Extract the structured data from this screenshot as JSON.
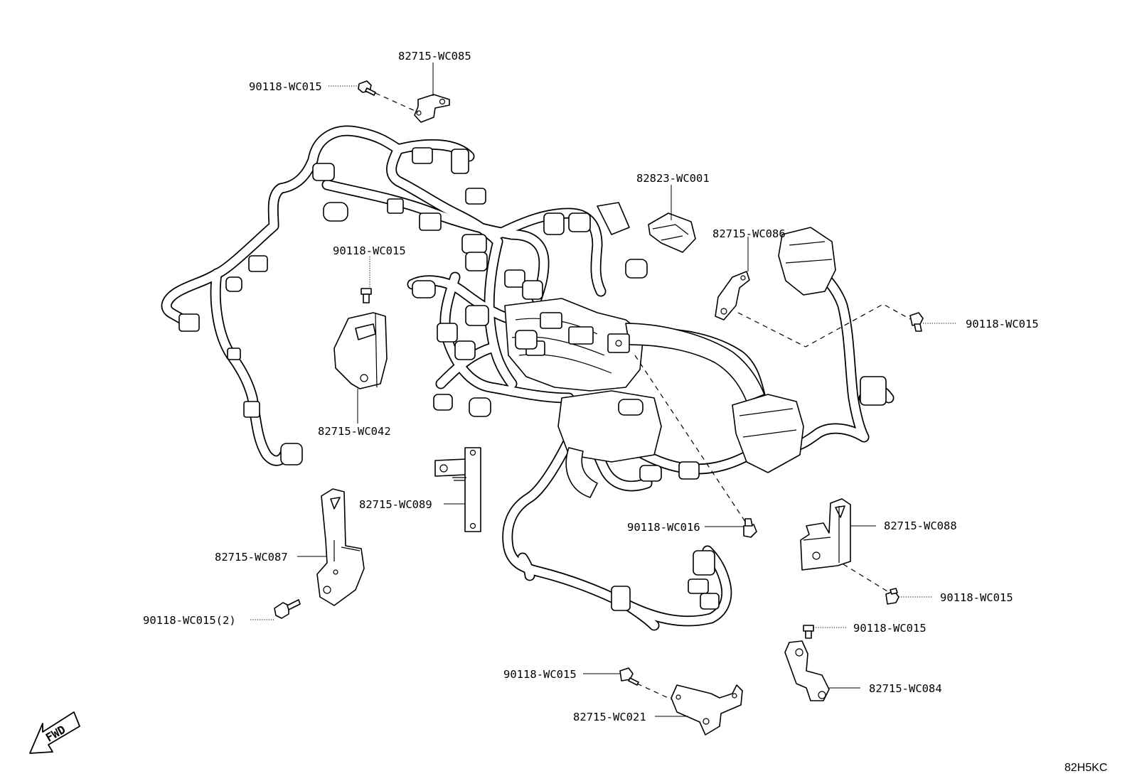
{
  "diagram": {
    "diagram_code": "82H5KC",
    "fwd_label": "FWD",
    "callouts": [
      {
        "id": "c1",
        "label": "82715-WC085"
      },
      {
        "id": "c2",
        "label": "90118-WC015"
      },
      {
        "id": "c3",
        "label": "82823-WC001"
      },
      {
        "id": "c4",
        "label": "82715-WC086"
      },
      {
        "id": "c5",
        "label": "90118-WC015"
      },
      {
        "id": "c6",
        "label": "90118-WC015"
      },
      {
        "id": "c7",
        "label": "82715-WC042"
      },
      {
        "id": "c8",
        "label": "82715-WC089"
      },
      {
        "id": "c9",
        "label": "90118-WC016"
      },
      {
        "id": "c10",
        "label": "82715-WC088"
      },
      {
        "id": "c11",
        "label": "82715-WC087"
      },
      {
        "id": "c12",
        "label": "90118-WC015"
      },
      {
        "id": "c13",
        "label": "90118-WC015(2)"
      },
      {
        "id": "c14",
        "label": "90118-WC015"
      },
      {
        "id": "c15",
        "label": "82715-WC084"
      },
      {
        "id": "c16",
        "label": "90118-WC015"
      },
      {
        "id": "c17",
        "label": "82715-WC021"
      }
    ]
  }
}
